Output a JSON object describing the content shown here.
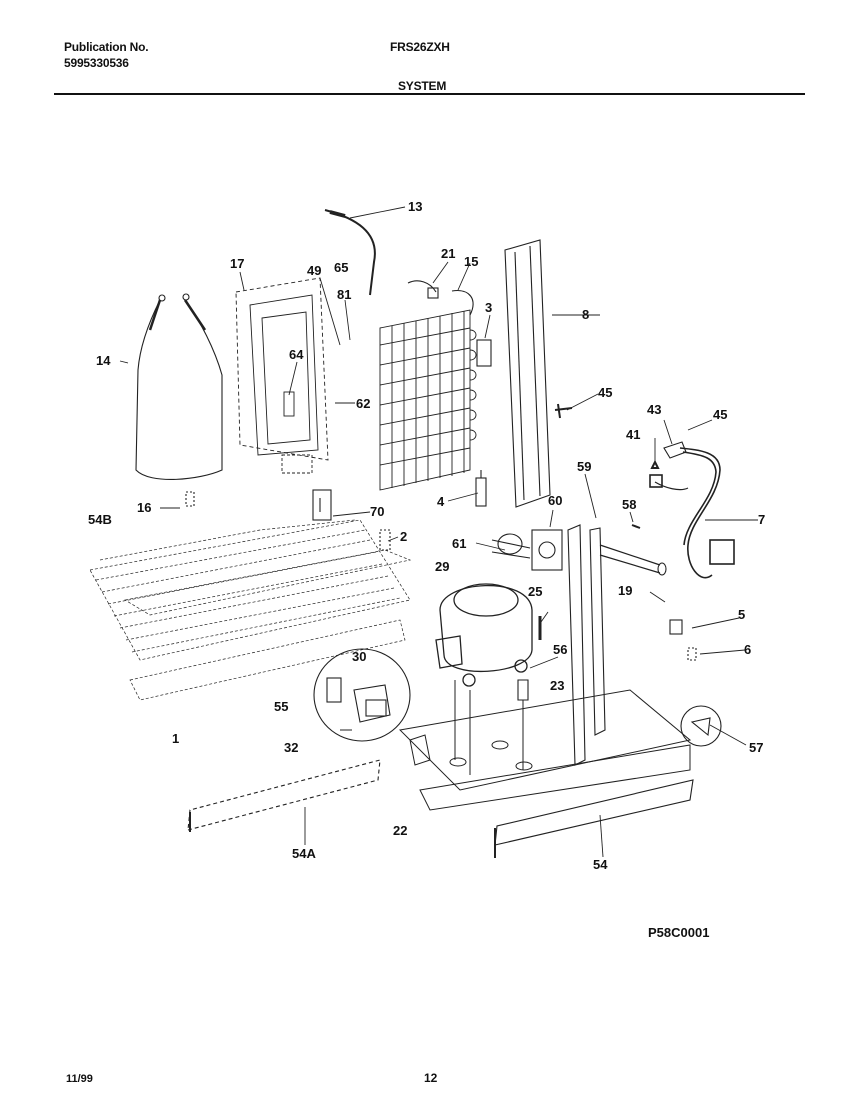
{
  "header": {
    "publication_label": "Publication No.",
    "publication_number": "5995330536",
    "model": "FRS26ZXH",
    "section": "SYSTEM"
  },
  "callouts": {
    "c1": "1",
    "c2": "2",
    "c3": "3",
    "c4": "4",
    "c5": "5",
    "c6": "6",
    "c7": "7",
    "c8": "8",
    "c13": "13",
    "c14": "14",
    "c15": "15",
    "c16": "16",
    "c17": "17",
    "c19": "19",
    "c21": "21",
    "c22": "22",
    "c23": "23",
    "c25": "25",
    "c29": "29",
    "c30": "30",
    "c32": "32",
    "c41": "41",
    "c43": "43",
    "c45a": "45",
    "c45b": "45",
    "c49": "49",
    "c54": "54",
    "c54a": "54A",
    "c54b": "54B",
    "c55": "55",
    "c56": "56",
    "c57": "57",
    "c58": "58",
    "c59": "59",
    "c60": "60",
    "c61": "61",
    "c62": "62",
    "c64": "64",
    "c65": "65",
    "c70": "70",
    "c81": "81"
  },
  "footer": {
    "figure_code": "P58C0001",
    "date": "11/99",
    "page": "12"
  }
}
